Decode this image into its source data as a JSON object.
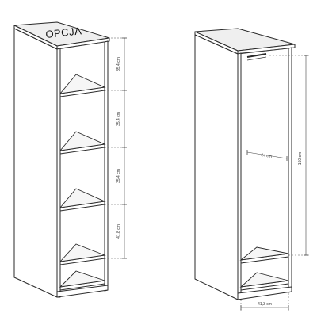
{
  "left_cabinet": {
    "top_label": "OPCJA",
    "shelf_dims": [
      "35,4 cm",
      "35,4 cm",
      "35,4 cm",
      "41,8 cm"
    ]
  },
  "right_cabinet": {
    "inner_width": "24 cm",
    "height": "150 cm",
    "depth": "41,3 cm"
  }
}
